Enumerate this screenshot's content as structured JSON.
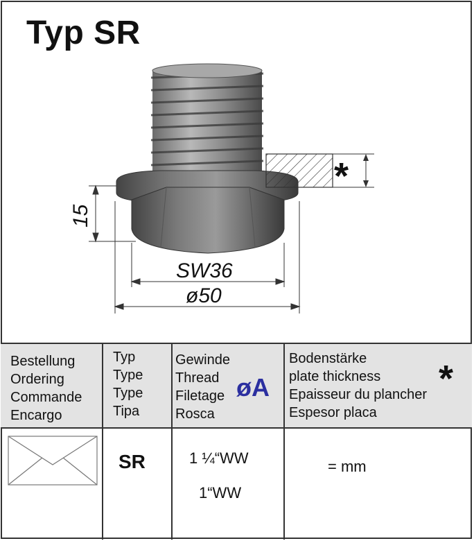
{
  "title": "Typ SR",
  "drawing": {
    "dim_height": "15",
    "dim_sw": "SW36",
    "dim_diameter": "ø50",
    "star": "*"
  },
  "table": {
    "col1": [
      "Bestellung",
      "Ordering",
      "Commande",
      "Encargo"
    ],
    "col2": [
      "Typ",
      "Type",
      "Type",
      "Tipa"
    ],
    "col3": [
      "Gewinde",
      "Thread",
      "Filetage",
      "Rosca"
    ],
    "col3_symbol": "øA",
    "col4": [
      "Bodenstärke",
      "plate thickness",
      "Epaisseur du plancher",
      "Espesor placa"
    ],
    "col4_star": "*",
    "row": {
      "type": "SR",
      "threads": [
        "1 ¼“WW",
        "1“WW"
      ],
      "thickness": "= mm"
    }
  },
  "icons": {
    "order": "envelope-icon"
  },
  "colors": {
    "header_bg": "#e3e3e3",
    "accent": "#2b2fa0"
  }
}
